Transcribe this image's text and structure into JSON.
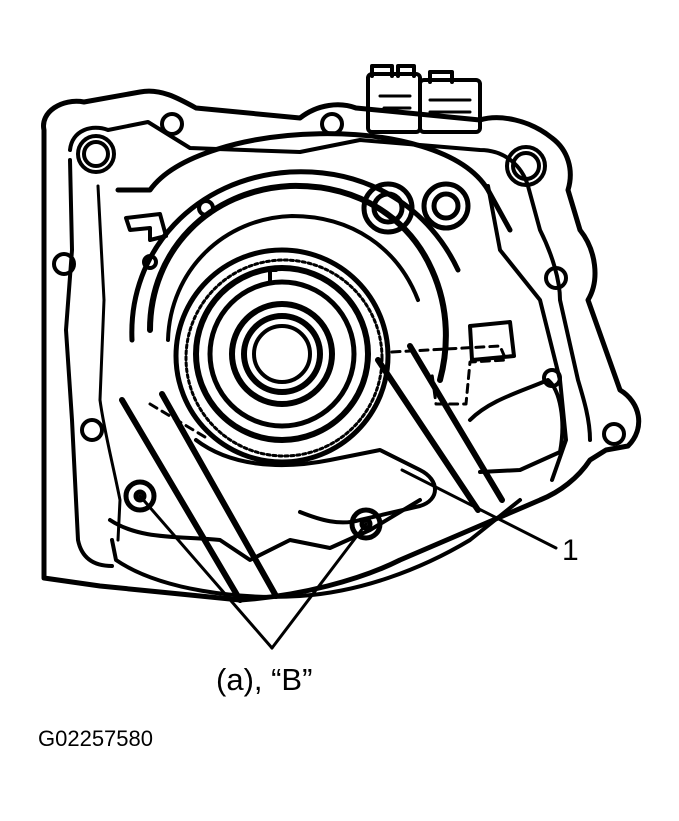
{
  "figure": {
    "callouts": {
      "part_1": "1",
      "fasteners": "(a), “B”"
    },
    "figure_id": "G02257580"
  },
  "colors": {
    "ink": "#000000",
    "paper": "#ffffff"
  }
}
